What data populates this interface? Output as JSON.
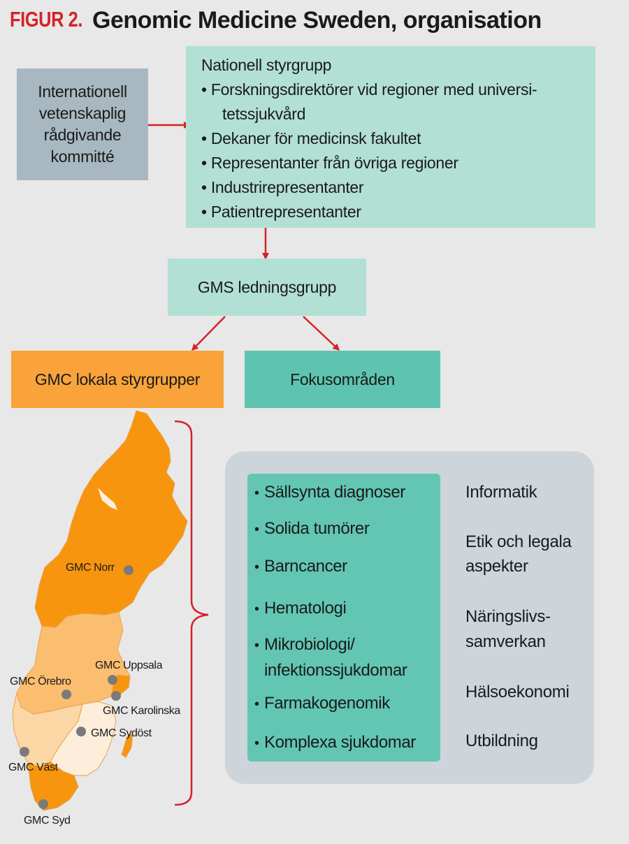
{
  "title": {
    "figure_label": "FIGUR 2.",
    "text": "Genomic Medicine Sweden, organisation"
  },
  "international_committee": {
    "lines": [
      "Internationell",
      "vetenskaplig",
      "rådgivande",
      "kommitté"
    ]
  },
  "national_steering": {
    "heading": "Nationell styrgrupp",
    "lines": [
      "• Forskningsdirektörer vid regioner med universi-",
      "tetssjukvård",
      "• Dekaner för medicinsk fakultet",
      "• Representanter från övriga regioner",
      "• Industrirepresentanter",
      "• Patientrepresentanter"
    ]
  },
  "gms_management": "GMS ledningsgrupp",
  "gmc_local": "GMC lokala styrgrupper",
  "focus_areas": "Fokusområden",
  "focus_list": [
    "Sällsynta diagnoser",
    "Solida tumörer",
    "Barncancer",
    "Hematologi",
    "Mikrobiologi/",
    "infektionssjukdomar",
    "Farmakogenomik",
    "Komplexa sjukdomar"
  ],
  "side_list": [
    "Informatik",
    "Etik och legala",
    "aspekter",
    "Näringslivs-",
    "samverkan",
    "Hälsoekonomi",
    "Utbildning"
  ],
  "map_labels": {
    "norr": "GMC Norr",
    "uppsala": "GMC Uppsala",
    "orebro": "GMC Örebro",
    "karolinska": "GMC Karolinska",
    "sydost": "GMC Sydöst",
    "vast": "GMC Väst",
    "syd": "GMC Syd"
  },
  "colors": {
    "accent_red": "#d4222a",
    "gray_box": "#a8b8c0",
    "light_teal": "#b2e0d4",
    "orange": "#f9a33a",
    "teal": "#5ec4b0",
    "panel": "#cdd5da"
  }
}
